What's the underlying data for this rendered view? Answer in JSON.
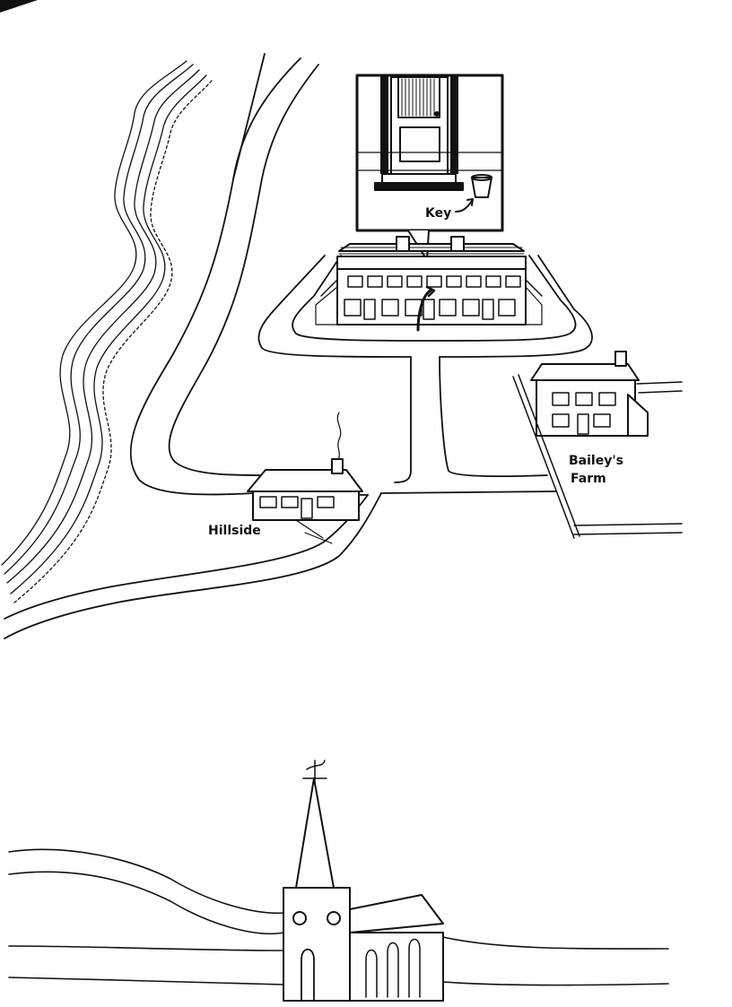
{
  "labels": {
    "key": "Key",
    "hillside": "Hillside",
    "baileys_farm_line1": "Bailey's",
    "baileys_farm_line2": "Farm"
  },
  "colors": {
    "ink": "#111111",
    "paper": "#ffffff"
  }
}
